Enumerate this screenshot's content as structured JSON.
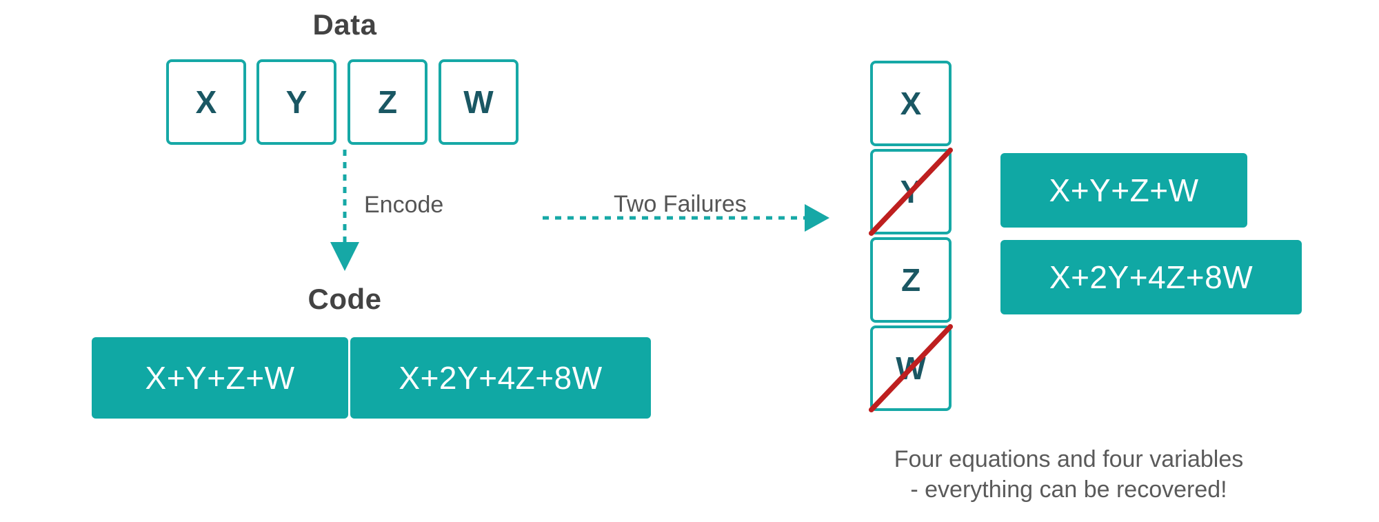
{
  "colors": {
    "teal_outline": "#16A8A6",
    "teal_fill": "#10A8A4",
    "letter_text": "#1A5763",
    "title_text": "#434343",
    "body_text": "#555555",
    "strike_red": "#BE1F1F",
    "background": "#FFFFFF"
  },
  "left_panel": {
    "data_title": "Data",
    "data_cells": [
      {
        "label": "X"
      },
      {
        "label": "Y"
      },
      {
        "label": "Z"
      },
      {
        "label": "W"
      }
    ],
    "code_title": "Code",
    "code_blocks": [
      {
        "label": "X+Y+Z+W"
      },
      {
        "label": "X+2Y+4Z+8W"
      }
    ]
  },
  "arrows": {
    "encode": {
      "label": "Encode",
      "direction": "down",
      "style": "dashed",
      "icon": "arrow-down-icon"
    },
    "failures": {
      "label": "Two Failures",
      "direction": "right",
      "style": "dashed",
      "icon": "arrow-right-icon"
    }
  },
  "right_panel": {
    "data_cells": [
      {
        "label": "X",
        "failed": false
      },
      {
        "label": "Y",
        "failed": true
      },
      {
        "label": "Z",
        "failed": false
      },
      {
        "label": "W",
        "failed": true
      }
    ],
    "equations": [
      {
        "label": "X+Y+Z+W"
      },
      {
        "label": "X+2Y+4Z+8W"
      }
    ],
    "caption": "Four equations and four variables\n- everything can be recovered!"
  }
}
